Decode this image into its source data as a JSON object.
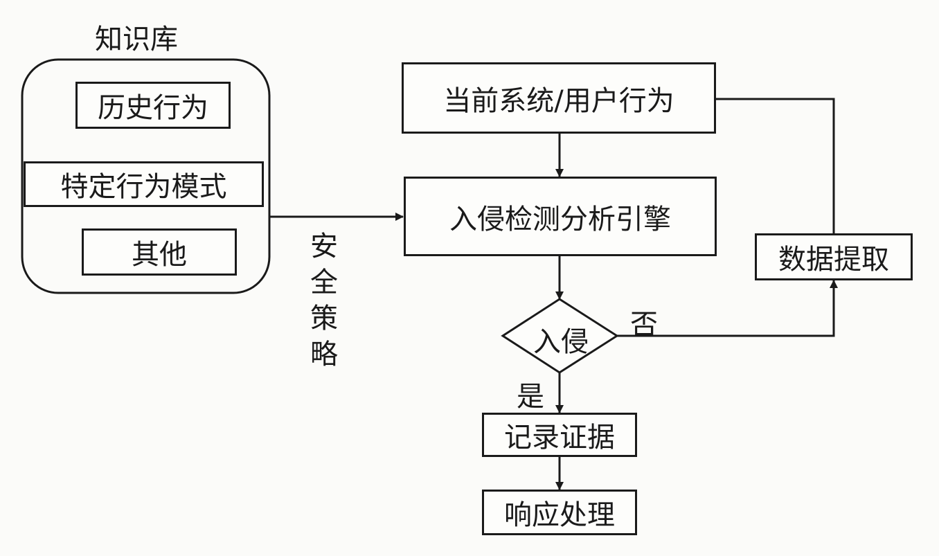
{
  "knowledge_base": {
    "title": "知识库",
    "items": [
      "历史行为",
      "特定行为模式",
      "其他"
    ]
  },
  "security_policy": [
    "安",
    "全",
    "策",
    "略"
  ],
  "flow": {
    "current_behavior": "当前系统/用户行为",
    "engine": "入侵检测分析引擎",
    "decision": "入侵",
    "yes_label": "是",
    "no_label": "否",
    "record": "记录证据",
    "respond": "响应处理",
    "extract": "数据提取"
  }
}
